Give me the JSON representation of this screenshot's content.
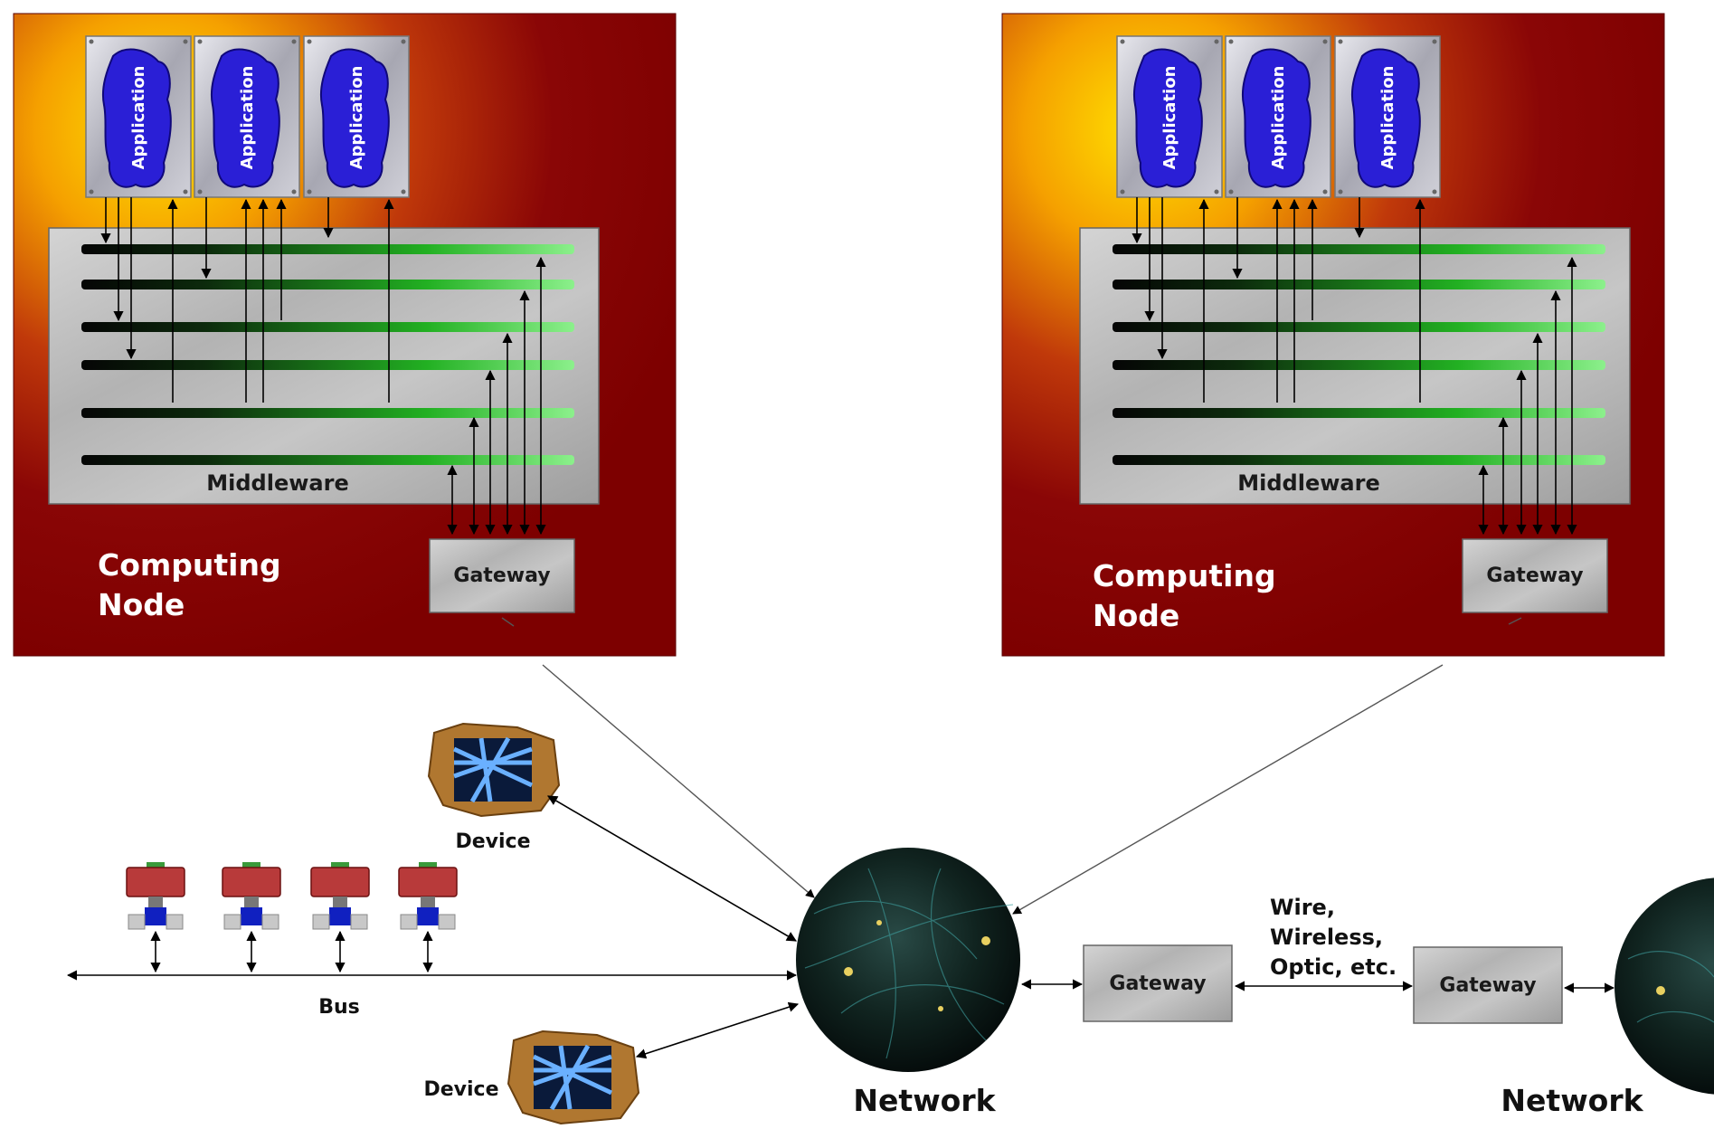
{
  "nodes": [
    {
      "applications": [
        "Application",
        "Application",
        "Application"
      ],
      "middleware_label": "Middleware",
      "gateway_label": "Gateway",
      "title_line1": "Computing",
      "title_line2": "Node"
    },
    {
      "applications": [
        "Application",
        "Application",
        "Application"
      ],
      "middleware_label": "Middleware",
      "gateway_label": "Gateway",
      "title_line1": "Computing",
      "title_line2": "Node"
    }
  ],
  "devices": [
    {
      "label": "Device"
    },
    {
      "label": "Device"
    }
  ],
  "bus_label": "Bus",
  "networks": [
    {
      "label": "Network"
    },
    {
      "label": "Network"
    }
  ],
  "link_gateways": [
    "Gateway",
    "Gateway"
  ],
  "link_label": [
    "Wire,",
    "Wireless,",
    "Optic, etc."
  ]
}
